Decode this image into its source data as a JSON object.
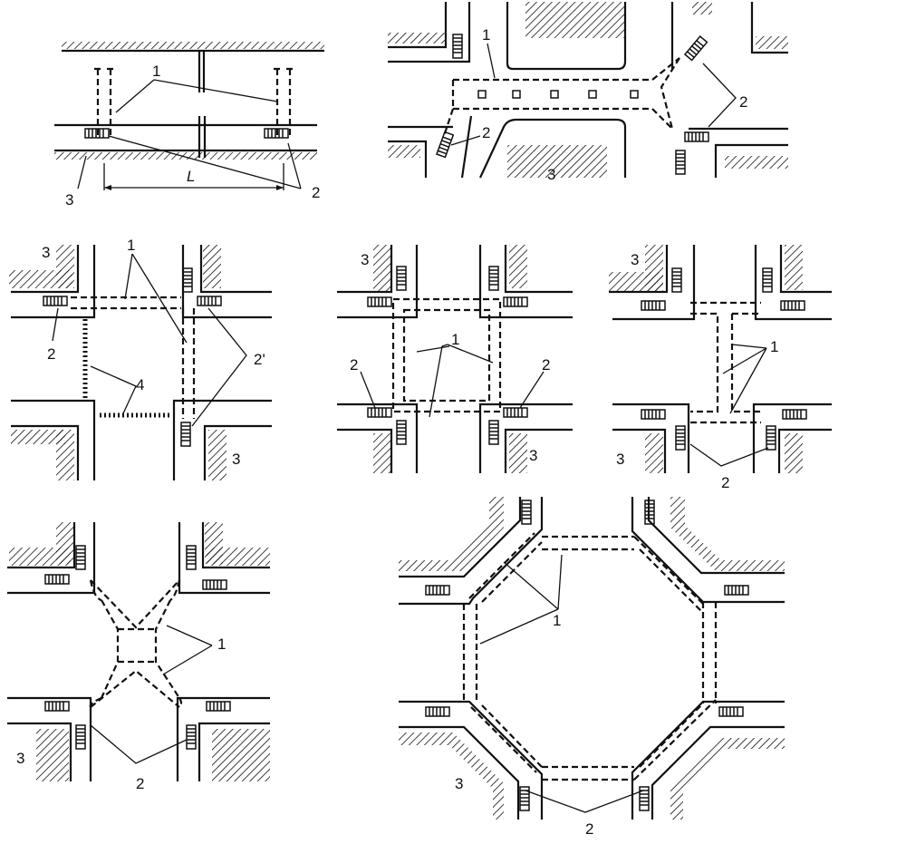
{
  "labels": {
    "passage": "1",
    "stair": "2",
    "stair_alt": "2'",
    "sidewalk": "3",
    "island": "4",
    "length": "L"
  },
  "colors": {
    "ink": "#111111",
    "paper": "#ffffff"
  }
}
